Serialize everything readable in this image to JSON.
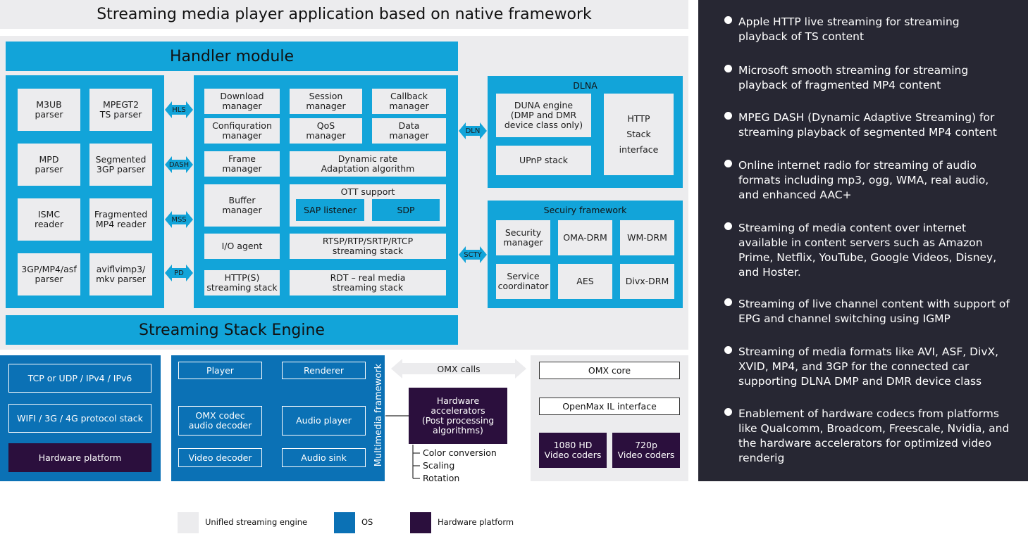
{
  "title": "Streaming media player application based on native framework",
  "handler_module": "Handler module",
  "streaming_stack_engine": "Streaming Stack Engine",
  "parsers": [
    "M3UB\nparser",
    "MPEGT2\nTS parser",
    "MPD\nparser",
    "Segmented\n3GP parser",
    "ISMC\nreader",
    "Fragmented\nMP4 reader",
    "3GP/MP4/asf\nparser",
    "aviflvimp3/\nmkv parser"
  ],
  "protocol_tags": [
    "HLS",
    "DASH",
    "MSS",
    "PD"
  ],
  "core": {
    "download_manager": "Download\nmanager",
    "session_manager": "Session\nmanager",
    "callback_manager": "Callback\nmanager",
    "configuration_manager": "Confiquration\nmanager",
    "qos_manager": "QoS\nmanager",
    "data_manager": "Data\nmanager",
    "frame_manager": "Frame\nmanager",
    "dynamic_rate": "Dynamic rate\nAdaptation algorithm",
    "buffer_manager": "Buffer\nmanager",
    "ott_support": "OTT support",
    "sap_listener": "SAP listener",
    "sdp": "SDP",
    "io_agent": "I/O agent",
    "rtsp_stack": "RTSP/RTP/SRTP/RTCP\nstreaming stack",
    "http_stack": "HTTP(S)\nstreaming stack",
    "rdt_stack": "RDT – real media\nstreaming stack"
  },
  "side_tags": [
    "DLN",
    "SCTY"
  ],
  "dlna": {
    "title": "DLNA",
    "duna_engine": "DUNA engine\n(DMP and DMR\ndevice class only)",
    "upnp_stack": "UPnP stack",
    "http_stack_interface": "HTTP\nStack\ninterface"
  },
  "security": {
    "title": "Secuiry framework",
    "security_manager": "Security\nmanager",
    "oma_drm": "OMA-DRM",
    "wm_drm": "WM-DRM",
    "service_coordinator": "Service\ncoordinator",
    "aes": "AES",
    "divx_drm": "Divx-DRM"
  },
  "os_network": {
    "tcp_udp": "TCP or UDP / IPv4 / IPv6",
    "wifi": "WIFI / 3G / 4G protocol stack",
    "hardware_platform": "Hardware platform"
  },
  "multimedia": {
    "label": "Multimedia framework",
    "player": "Player",
    "renderer": "Renderer",
    "omx_codec": "OMX codec\naudio decoder",
    "audio_player": "Audio player",
    "video_decoder": "Video decoder",
    "audio_sink": "Audio sink"
  },
  "omx_calls": "OMX calls",
  "hardware_accelerators": "Hardware\naccelerators\n(Post processing\nalgorithms)",
  "post_processing": [
    "Color conversion",
    "Scaling",
    "Rotation"
  ],
  "omx": {
    "omx_core": "OMX core",
    "openmax": "OpenMax IL interface",
    "hd_coders": "1080 HD\nVideo coders",
    "p720_coders": "720p\nVideo coders"
  },
  "legend": [
    {
      "label": "Unifled streaming engine",
      "color": "#ececee"
    },
    {
      "label": "OS",
      "color": "#0b71b5"
    },
    {
      "label": "Hardware platform",
      "color": "#2b0f3d"
    }
  ],
  "features": [
    "Apple HTTP  live streaming for streaming\nplayback of TS content",
    "Microsoft smooth streaming for streaming\nplayback of fragmented MP4 content",
    "MPEG DASH (Dynamic Adaptive Streaming) for\nstreaming playback of segmented MP4 content",
    "Online internet radio for streaming of audio\nformats including mp3, ogg, WMA, real audio,\nand enhanced AAC+",
    "Streaming of media content over internet\navailable in content servers such as Amazon\nPrime, Netflix, YouTube, Google Videos, Disney,\nand Hoster.",
    "Streaming of live channel content with support of\nEPG and channel switching using IGMP",
    "Streaming of media formats like AVI, ASF, DivX,\nXVID, MP4, and 3GP for the connected car\nsupporting DLNA DMP and DMR device class",
    "Enablement of hardware codecs from platforms\nlike Qualcomm, Broadcom, Freescale, Nvidia, and\nthe hardware accelerators for optimized video\nrenderig"
  ],
  "colors": {
    "cyan": "#12a4d9",
    "os_blue": "#0b71b5",
    "hardware_purple": "#2b0f3d",
    "light_gray": "#ececee",
    "panel_dark": "#272733"
  }
}
